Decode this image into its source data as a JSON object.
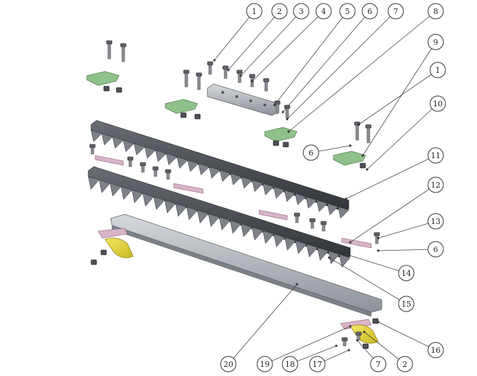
{
  "diagram": {
    "type": "exploded-parts-diagram",
    "colors": {
      "blade_steel": "#b8bcc2",
      "blade_dark": "#4a4e54",
      "guard_bar": "#9ea3aa",
      "bracket_green": "#8fc18a",
      "clip_pink": "#d9b4c8",
      "bracket_yellow": "#e8d83a",
      "bolt_gray": "#6d7177"
    },
    "callouts": [
      {
        "id": "c1a",
        "label": "1"
      },
      {
        "id": "c2a",
        "label": "2"
      },
      {
        "id": "c3",
        "label": "3"
      },
      {
        "id": "c4",
        "label": "4"
      },
      {
        "id": "c5",
        "label": "5"
      },
      {
        "id": "c6a",
        "label": "6"
      },
      {
        "id": "c7a",
        "label": "7"
      },
      {
        "id": "c8",
        "label": "8"
      },
      {
        "id": "c9",
        "label": "9"
      },
      {
        "id": "c1b",
        "label": "1"
      },
      {
        "id": "c10",
        "label": "10"
      },
      {
        "id": "c6b",
        "label": "6"
      },
      {
        "id": "c11",
        "label": "11"
      },
      {
        "id": "c12",
        "label": "12"
      },
      {
        "id": "c13",
        "label": "13"
      },
      {
        "id": "c6c",
        "label": "6"
      },
      {
        "id": "c14",
        "label": "14"
      },
      {
        "id": "c15",
        "label": "15"
      },
      {
        "id": "c16",
        "label": "16"
      },
      {
        "id": "c2b",
        "label": "2"
      },
      {
        "id": "c7b",
        "label": "7"
      },
      {
        "id": "c17",
        "label": "17"
      },
      {
        "id": "c18",
        "label": "18"
      },
      {
        "id": "c19",
        "label": "19"
      },
      {
        "id": "c20",
        "label": "20"
      }
    ]
  }
}
